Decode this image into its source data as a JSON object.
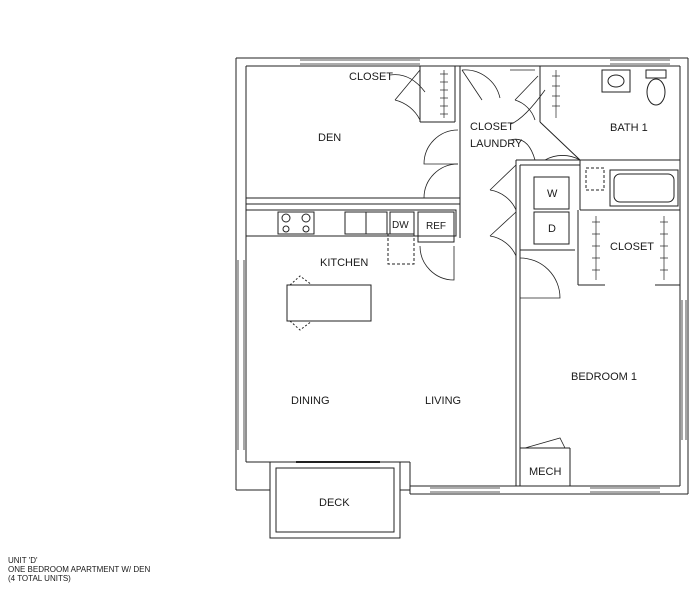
{
  "rooms": {
    "closet_den": "CLOSET",
    "den": "DEN",
    "closet_laundry": "CLOSET",
    "laundry": "LAUNDRY",
    "bath": "BATH 1",
    "washer": "W",
    "dryer": "D",
    "dishwasher": "DW",
    "refrigerator": "REF",
    "kitchen": "KITCHEN",
    "closet_bedroom": "CLOSET",
    "dining": "DINING",
    "living": "LIVING",
    "bedroom": "BEDROOM 1",
    "mech": "MECH",
    "deck": "DECK"
  },
  "caption": {
    "line1": "UNIT 'D'",
    "line2": "ONE BEDROOM APARTMENT W/ DEN",
    "line3": "(4 TOTAL UNITS)"
  }
}
